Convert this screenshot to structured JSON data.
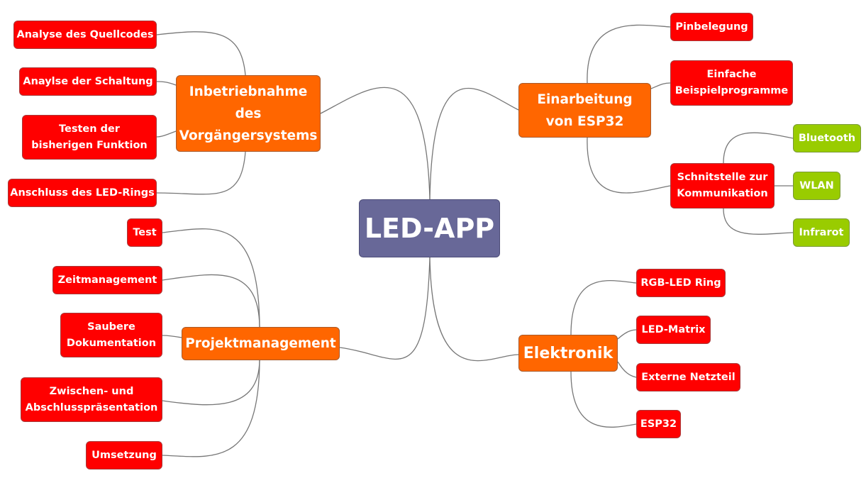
{
  "central": "LED-APP",
  "colors": {
    "central": "#686898",
    "main": "#ff6600",
    "leaf": "#ff0000",
    "sub": "#99cc00",
    "line": "#777777"
  },
  "branches": {
    "inbetriebnahme": {
      "label": "Inbetriebnahme des Vorgängersystems",
      "children": [
        "Analyse des Quellcodes",
        "Anaylse der Schaltung",
        "Testen der bisherigen Funktion",
        "Anschluss des LED-Rings"
      ]
    },
    "projektmanagement": {
      "label": "Projektmanagement",
      "children": [
        "Test",
        "Zeitmanagement",
        "Saubere Dokumentation",
        "Zwischen- und Abschlusspräsentation",
        "Umsetzung"
      ]
    },
    "einarbeitung": {
      "label": "Einarbeitung von ESP32",
      "children": [
        "Pinbelegung",
        "Einfache Beispielprogramme",
        "Schnitstelle zur Kommunikation"
      ],
      "sub": [
        "Bluetooth",
        "WLAN",
        "Infrarot"
      ]
    },
    "elektronik": {
      "label": "Elektronik",
      "children": [
        "RGB-LED Ring",
        "LED-Matrix",
        "Externe Netzteil",
        "ESP32"
      ]
    }
  }
}
